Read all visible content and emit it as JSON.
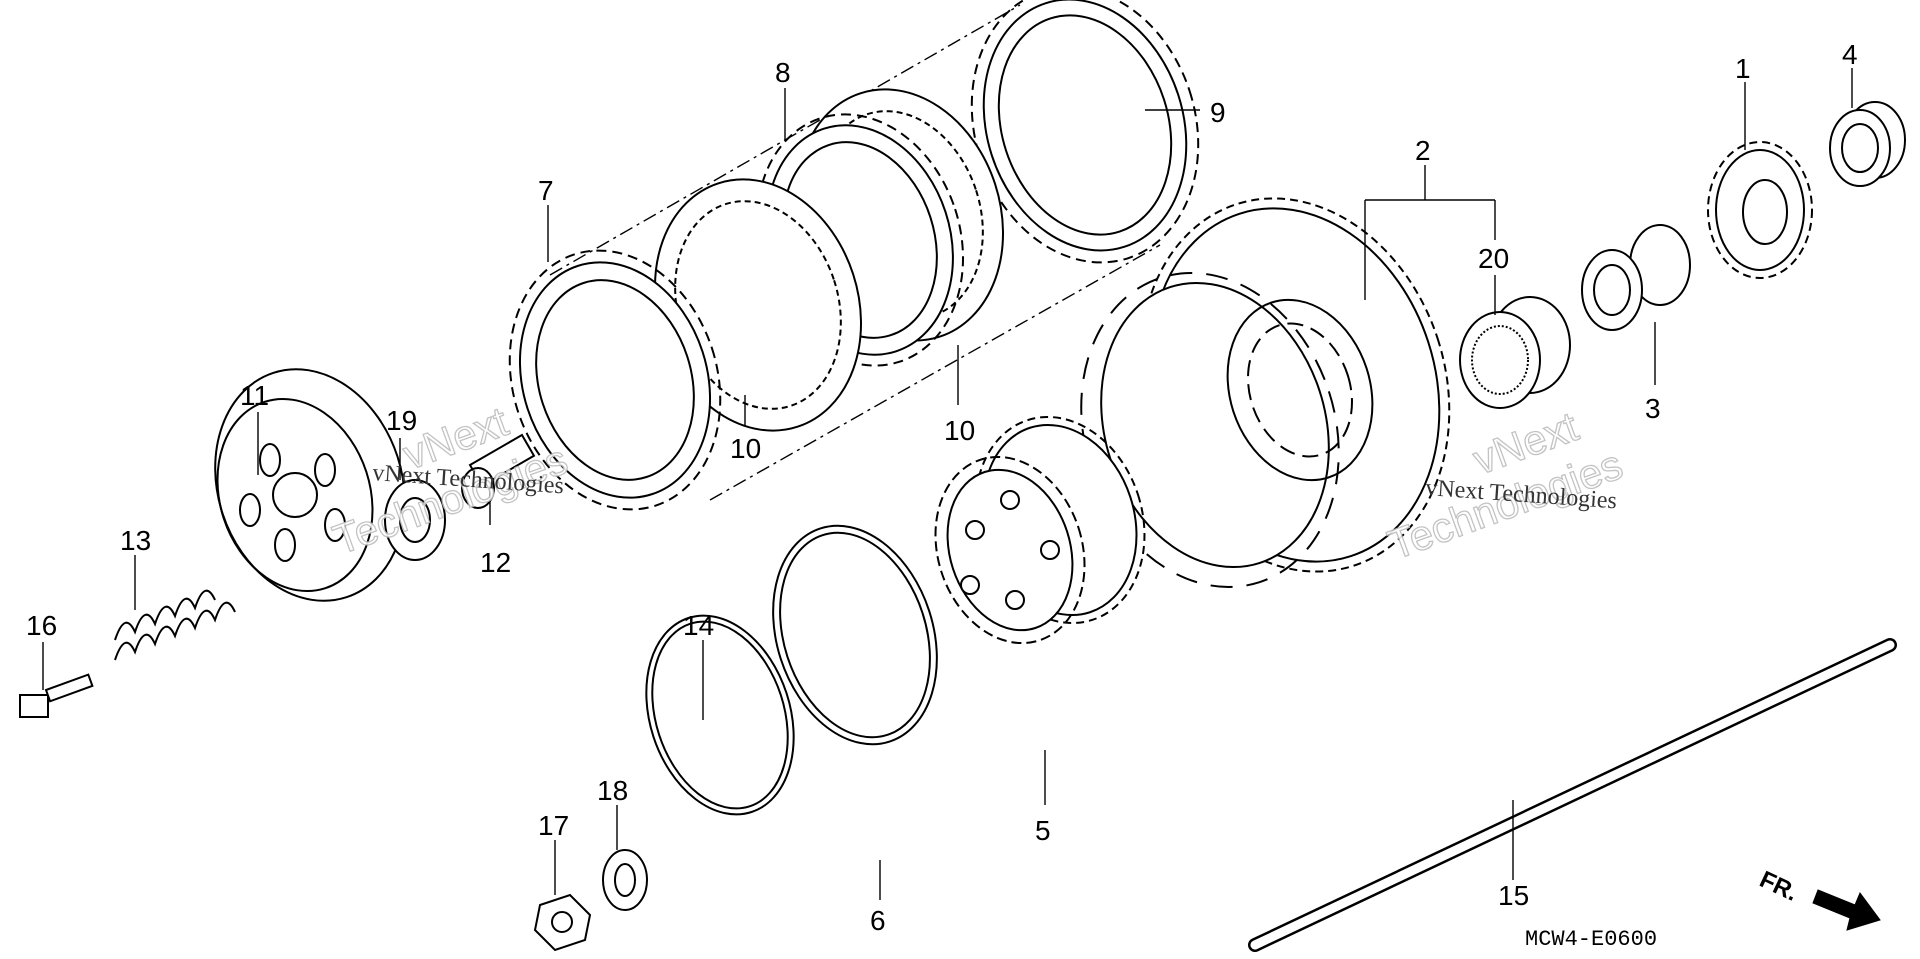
{
  "part_labels": {
    "p1": "1",
    "p2": "2",
    "p3": "3",
    "p4": "4",
    "p5": "5",
    "p6": "6",
    "p7": "7",
    "p8": "8",
    "p9": "9",
    "p10a": "10",
    "p10b": "10",
    "p11": "11",
    "p12": "12",
    "p13": "13",
    "p14": "14",
    "p15": "15",
    "p16": "16",
    "p17": "17",
    "p18": "18",
    "p19": "19",
    "p20": "20"
  },
  "diagram_code": "MCW4-E0600",
  "direction_label": "FR.",
  "watermarks": {
    "brand_top": "vNext",
    "brand_bottom": "Technologies",
    "small_text": "vNext Technologies"
  },
  "icons": {
    "direction": "front-arrow-icon"
  }
}
